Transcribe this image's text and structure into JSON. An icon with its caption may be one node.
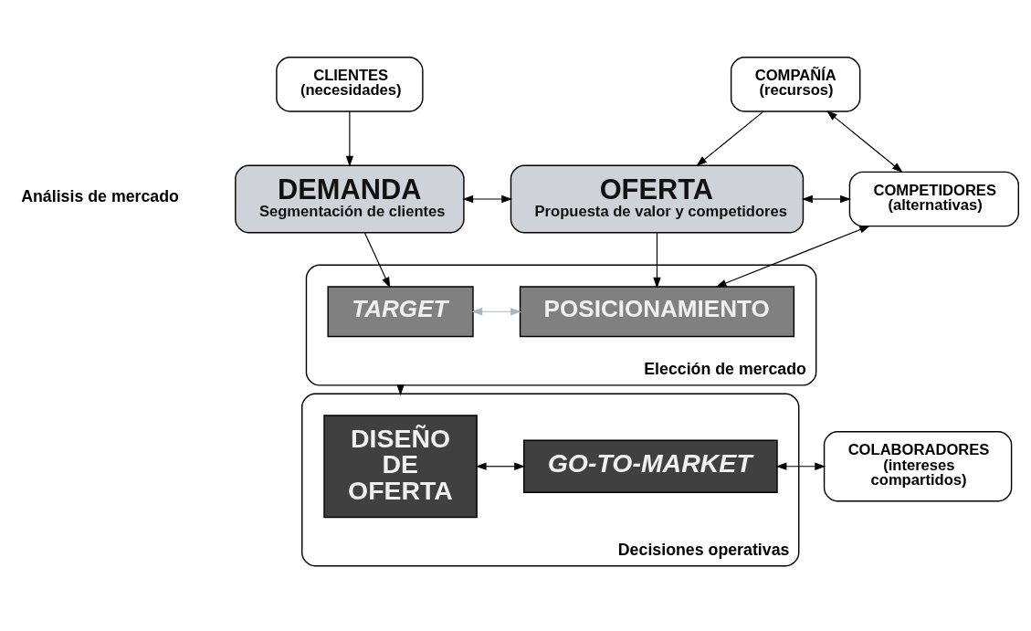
{
  "diagram": {
    "nodes": [
      {
        "text": [
          "CLIENTES",
          "(necesidades)"
        ]
      },
      {
        "text": [
          "COMPAÑÍA",
          "(recursos)"
        ]
      },
      {
        "text": [
          "DEMANDA",
          "Segmentación de clientes"
        ]
      },
      {
        "text": [
          "OFERTA",
          "Propuesta de valor y competidores"
        ]
      },
      {
        "text": [
          "COMPETIDORES",
          "(alternativas)"
        ]
      },
      {
        "text": [
          "Elección de mercado"
        ]
      },
      {
        "text": [
          "TARGET"
        ],
        "in": 5
      },
      {
        "text": [
          "POSICIONAMIENTO"
        ],
        "in": 5
      },
      {
        "text": [
          "Decisiones operativas"
        ]
      },
      {
        "text": [
          "DISEÑO DE OFERTA"
        ],
        "in": 8
      },
      {
        "text": [
          "GO-TO-MARKET"
        ],
        "in": 8
      },
      {
        "text": [
          "COLABORADORES",
          "(intereses compartidos)"
        ]
      }
    ],
    "edges": [
      {
        "from": 0,
        "to": 2,
        "arrow": "to"
      },
      {
        "from": 1,
        "to": 3,
        "arrow": "to"
      },
      {
        "from": 4,
        "to": 1,
        "arrow": "both"
      },
      {
        "from": 2,
        "to": 3,
        "arrow": "both"
      },
      {
        "from": 3,
        "to": 4,
        "arrow": "both"
      },
      {
        "from": 2,
        "to": 6,
        "arrow": "to"
      },
      {
        "from": 3,
        "to": 7,
        "arrow": "to"
      },
      {
        "from": 6,
        "to": 7,
        "arrow": "both",
        "color": "#a9b6c2"
      },
      {
        "from": 4,
        "to": 7,
        "arrow": "both"
      },
      {
        "from": 5,
        "to": 8,
        "arrow": "to"
      },
      {
        "from": 9,
        "to": 10,
        "arrow": "both"
      },
      {
        "from": 10,
        "to": 11,
        "arrow": "both"
      }
    ],
    "labels": [
      "Análisis de mercado"
    ]
  }
}
